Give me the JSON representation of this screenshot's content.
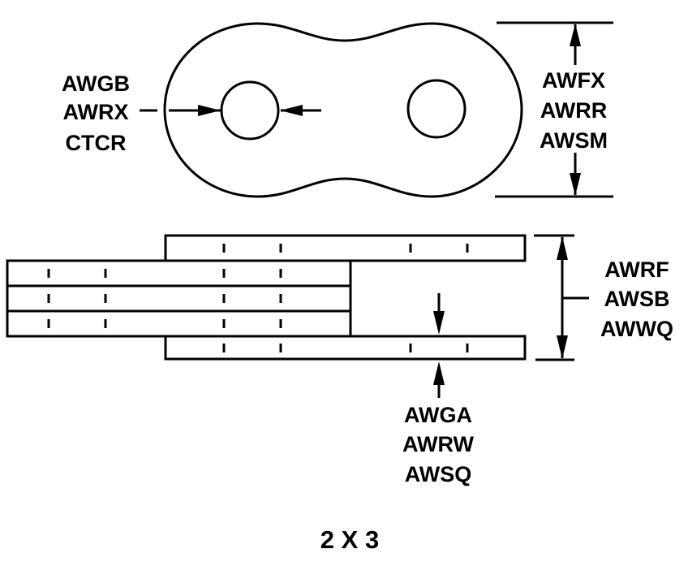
{
  "figure": {
    "caption": "2 X 3",
    "line_color": "#000000",
    "background": "#ffffff"
  },
  "top_view": {
    "hole_callout": {
      "lines": [
        "AWGB",
        "AWRX",
        "CTCR"
      ]
    },
    "width_callout": {
      "lines": [
        "AWFX",
        "AWRR",
        "AWSM"
      ]
    }
  },
  "side_view": {
    "overall_thickness_callout": {
      "lines": [
        "AWRF",
        "AWSB",
        "AWWQ"
      ]
    },
    "plate_thickness_callout": {
      "lines": [
        "AWGA",
        "AWRW",
        "AWSQ"
      ]
    },
    "outer_plates": 2,
    "inner_plates": 3
  }
}
